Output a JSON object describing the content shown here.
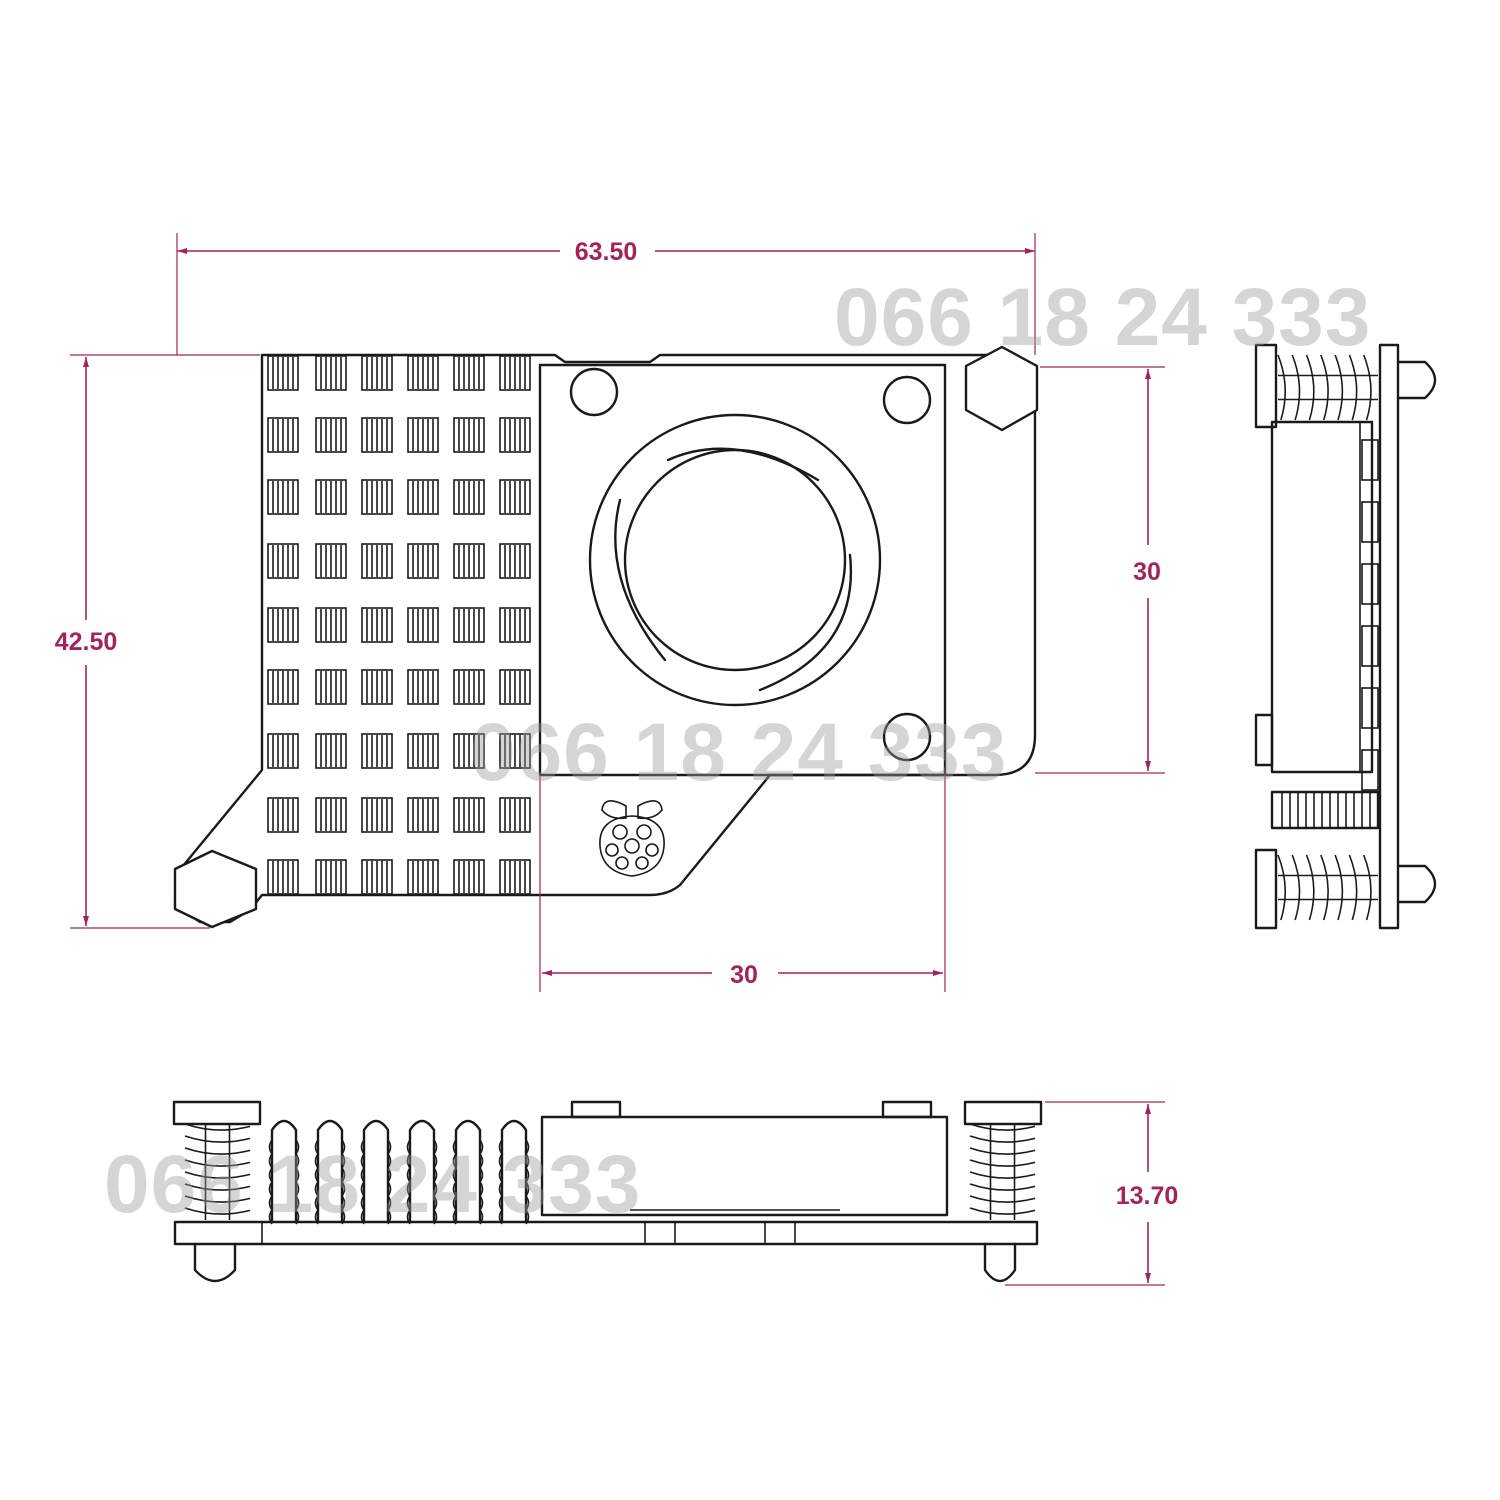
{
  "dimensions": {
    "width": "63.50",
    "height": "42.50",
    "fan_width": "30",
    "fan_height": "30",
    "thickness": "13.70"
  },
  "watermarks": [
    "066 18 24 333",
    "066 18 24 333",
    "066 18 24 333"
  ],
  "colors": {
    "dimension": "#a3245a",
    "outline": "#1a1a1a",
    "watermark": "#9a9a9a"
  },
  "icons": [
    "raspberry-logo-icon"
  ]
}
